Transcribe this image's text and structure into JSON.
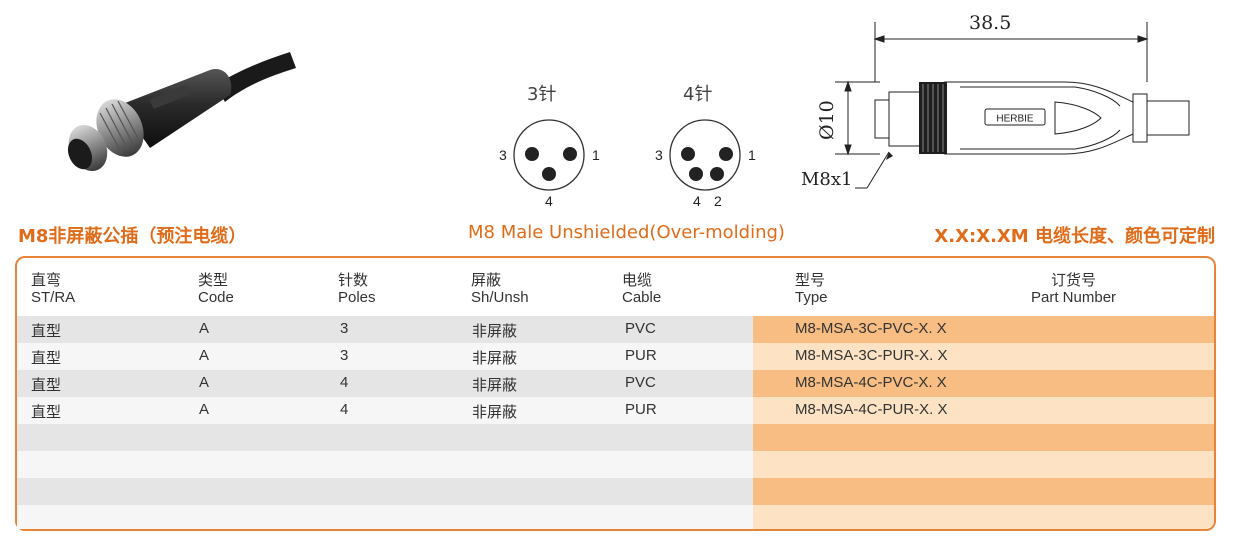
{
  "drawing": {
    "dim_length": "38.5",
    "dim_diameter": "Ø10",
    "thread": "M8x1",
    "logo_text": "HERBIE"
  },
  "pins": {
    "three": {
      "label": "3针",
      "numbers": [
        "3",
        "1",
        "4"
      ]
    },
    "four": {
      "label": "4针",
      "numbers": [
        "3",
        "1",
        "4",
        "2"
      ]
    }
  },
  "headlines": {
    "cn_title": "M8非屏蔽公插（预注电缆）",
    "en_title": "M8 Male Unshielded(Over-molding)",
    "length_code": "X.X:X.XM",
    "length_note": "电缆长度、颜色可定制"
  },
  "table": {
    "headers": [
      {
        "cn": "直弯",
        "en": "ST/RA"
      },
      {
        "cn": "类型",
        "en": "Code"
      },
      {
        "cn": "针数",
        "en": "Poles"
      },
      {
        "cn": "屏蔽",
        "en": "Sh/Unsh"
      },
      {
        "cn": "电缆",
        "en": "Cable"
      },
      {
        "cn": "型号",
        "en": "Type"
      },
      {
        "cn": "订货号",
        "en": "Part Number"
      }
    ],
    "rows": [
      {
        "st": "直型",
        "code": "A",
        "poles": "3",
        "sh": "非屏蔽",
        "cable": "PVC",
        "type": "M8-MSA-3C-PVC-X. X"
      },
      {
        "st": "直型",
        "code": "A",
        "poles": "3",
        "sh": "非屏蔽",
        "cable": "PUR",
        "type": "M8-MSA-3C-PUR-X. X"
      },
      {
        "st": "直型",
        "code": "A",
        "poles": "4",
        "sh": "非屏蔽",
        "cable": "PVC",
        "type": "M8-MSA-4C-PVC-X. X"
      },
      {
        "st": "直型",
        "code": "A",
        "poles": "4",
        "sh": "非屏蔽",
        "cable": "PUR",
        "type": "M8-MSA-4C-PUR-X. X"
      }
    ],
    "colors": {
      "row_dark_left": "#e5e5e5",
      "row_light_left": "#f6f6f6",
      "row_dark_right": "#f7bd83",
      "row_light_right": "#fde3c3",
      "accent": "#e06c1a"
    }
  }
}
